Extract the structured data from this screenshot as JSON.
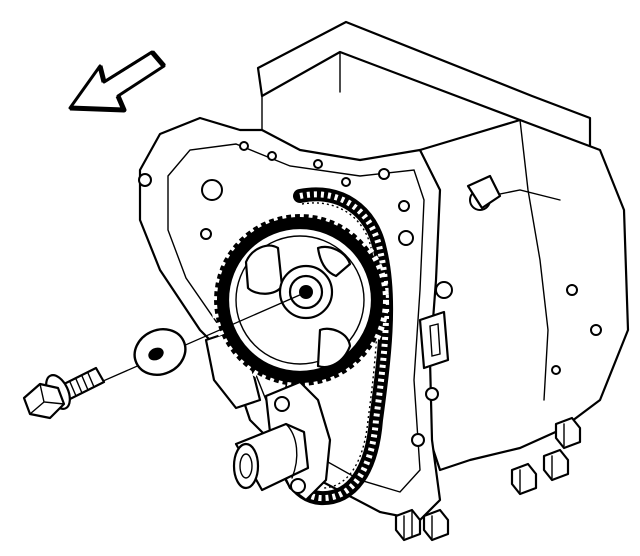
{
  "diagram": {
    "colors": {
      "line": "#000000",
      "background": "#ffffff"
    },
    "parts": {
      "direction_arrow": "direction-arrow",
      "engine_block": "engine-block",
      "camshaft_sprocket": "camshaft-sprocket",
      "timing_chain": "timing-chain",
      "washer": "washer",
      "bolt": "bolt",
      "timing_chain_tensioner": "timing-chain-tensioner",
      "oil_pan_bolts": "oil-pan-bolts"
    }
  }
}
